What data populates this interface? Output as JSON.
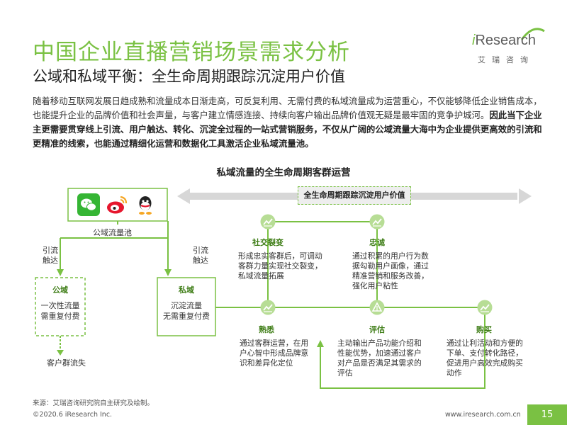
{
  "header": {
    "title": "中国企业直播营销场景需求分析",
    "subtitle": "公域和私域平衡：全生命周期跟踪沉淀用户价值"
  },
  "logo": {
    "brand_i": "i",
    "brand_rest": "Research",
    "brand_cn": "艾瑞咨询"
  },
  "intro": {
    "normal": "随着移动互联网发展日趋成熟和流量成本日渐走高，可反复利用、无需付费的私域流量成为运营重心，不仅能够降低企业销售成本，也能提升企业的品牌价值和社会声量，与客户建立情感连接、持续向客户输出品牌价值观无疑是最牢固的竞争护城河。",
    "bold": "因此当下企业主更需要贯穿线上引流、用户触达、转化、沉淀全过程的一站式营销服务，不仅从广阔的公域流量大海中为企业提供更高效的引流和更精准的线索，也能通过精细化运营和数据化工具激活企业私域流量池。"
  },
  "diagram": {
    "title": "私域流量的全生命周期客群运营",
    "lifecycle_banner": "全生命周期跟踪沉淀用户价值",
    "social_icons": [
      "wechat-icon",
      "weibo-icon",
      "qq-icon"
    ],
    "public_pool_label": "公域流量池",
    "left_arrow_label": "引流\n触达",
    "right_arrow_label": "引流\n触达",
    "public_box": {
      "head": "公域",
      "text": "一次性流量\n需重复付费"
    },
    "private_box": {
      "head": "私域",
      "text": "沉淀流量\n无需重复付费"
    },
    "churn_label": "客户群流失",
    "stages": [
      {
        "id": "social",
        "head": "社交裂变",
        "text": "形成忠实客群后，可调动客群力量实现社交裂变，私域流量拓展",
        "icon": "chart-up-icon"
      },
      {
        "id": "loyalty",
        "head": "忠诚",
        "text": "通过积累的用户行为数据勾勒用户画像，通过精准营销和服务改善，强化用户粘性",
        "icon": "chart-up-icon"
      },
      {
        "id": "familiar",
        "head": "熟悉",
        "text": "通过客群运营，在用户心智中形成品牌意识和差异化定位",
        "icon": "chart-up-icon"
      },
      {
        "id": "evaluate",
        "head": "评估",
        "text": "主动输出产品功能介绍和性能优势，加速通过客户对产品是否满足其需求的评估",
        "icon": "triangle-chart-icon"
      },
      {
        "id": "purchase",
        "head": "购买",
        "text": "通过让利活动和方便的下单、支付转化路径，促进用户高效完成购买动作",
        "icon": "chart-up-icon"
      }
    ]
  },
  "footer": {
    "source": "来源：艾瑞咨询研究院自主研究及绘制。",
    "copyright": "©2020.6 iResearch Inc.",
    "website": "www.iresearch.com.cn",
    "page_number": "15"
  },
  "colors": {
    "brand_green": "#7ac143",
    "dark_green": "#3e7d16",
    "banner_gray": "#eeeeee"
  }
}
